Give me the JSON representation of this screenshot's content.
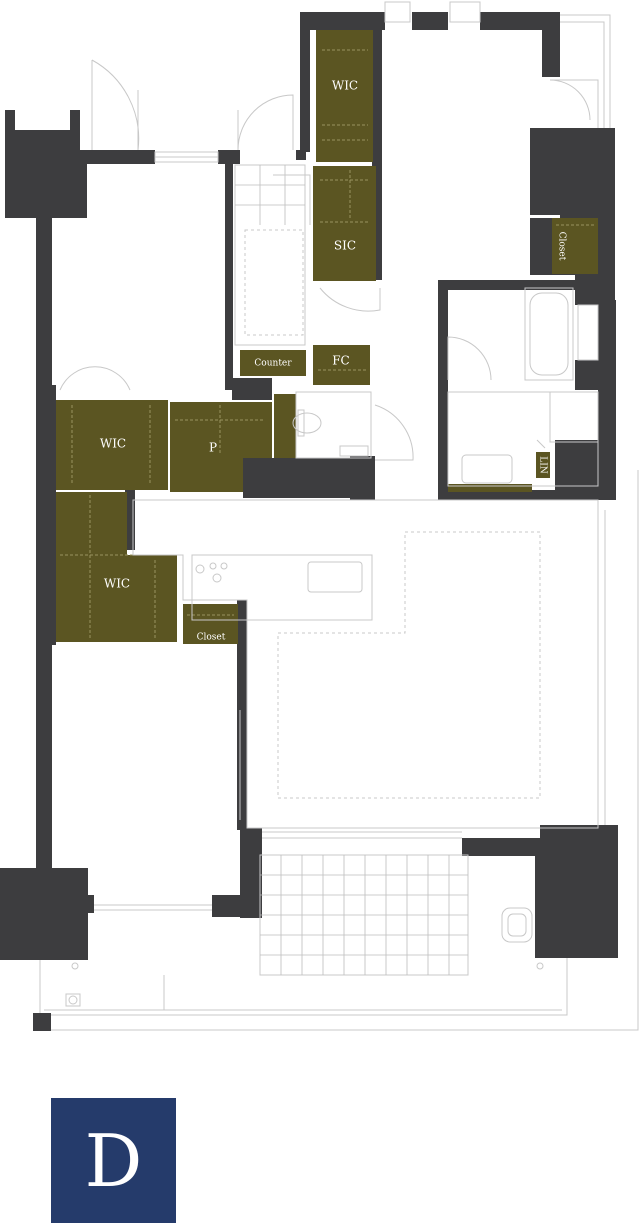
{
  "labels": {
    "wic_top": "WIC",
    "sic": "SIC",
    "closet_right": "Closet",
    "counter": "Counter",
    "fc": "FC",
    "wic_mid": "WIC",
    "pantry": "P",
    "lin": "LIN",
    "wic_low": "WIC",
    "closet_low": "Closet"
  },
  "unit_type": "D",
  "colors": {
    "wall": "#3d3d3f",
    "storage": "#5b5522",
    "badge": "#253b6b"
  }
}
